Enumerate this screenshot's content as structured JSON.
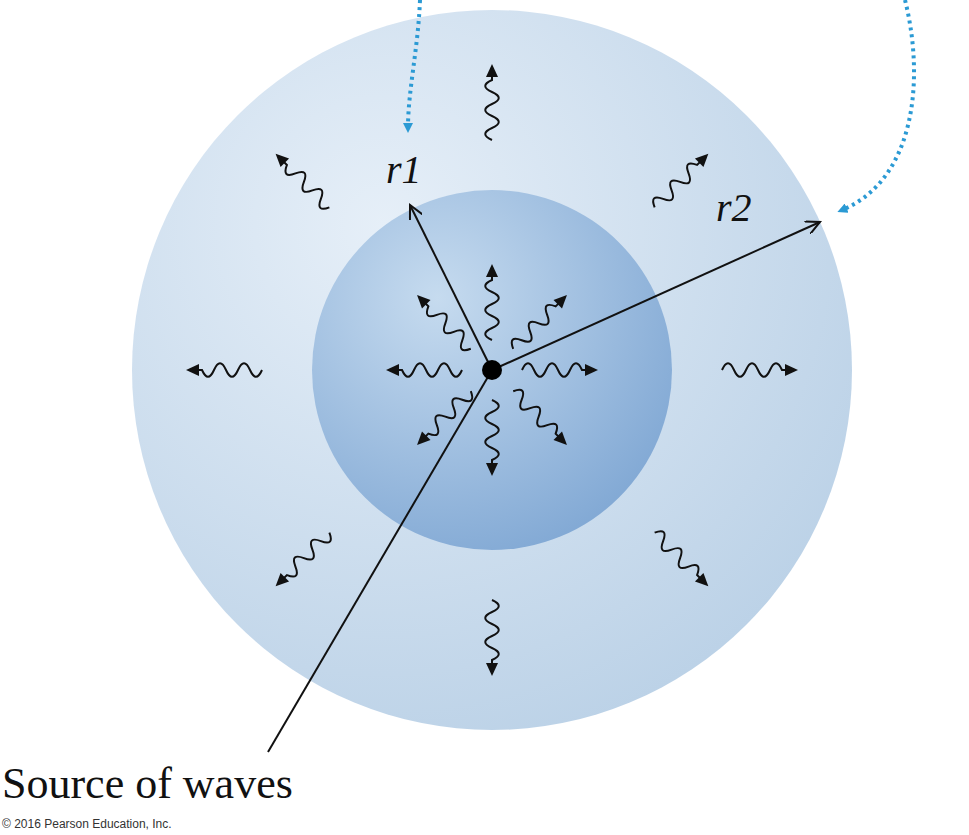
{
  "diagram": {
    "labels": [
      "r1",
      "r2",
      "Source of waves",
      "© 2016 Pearson Education, Inc."
    ]
  }
}
